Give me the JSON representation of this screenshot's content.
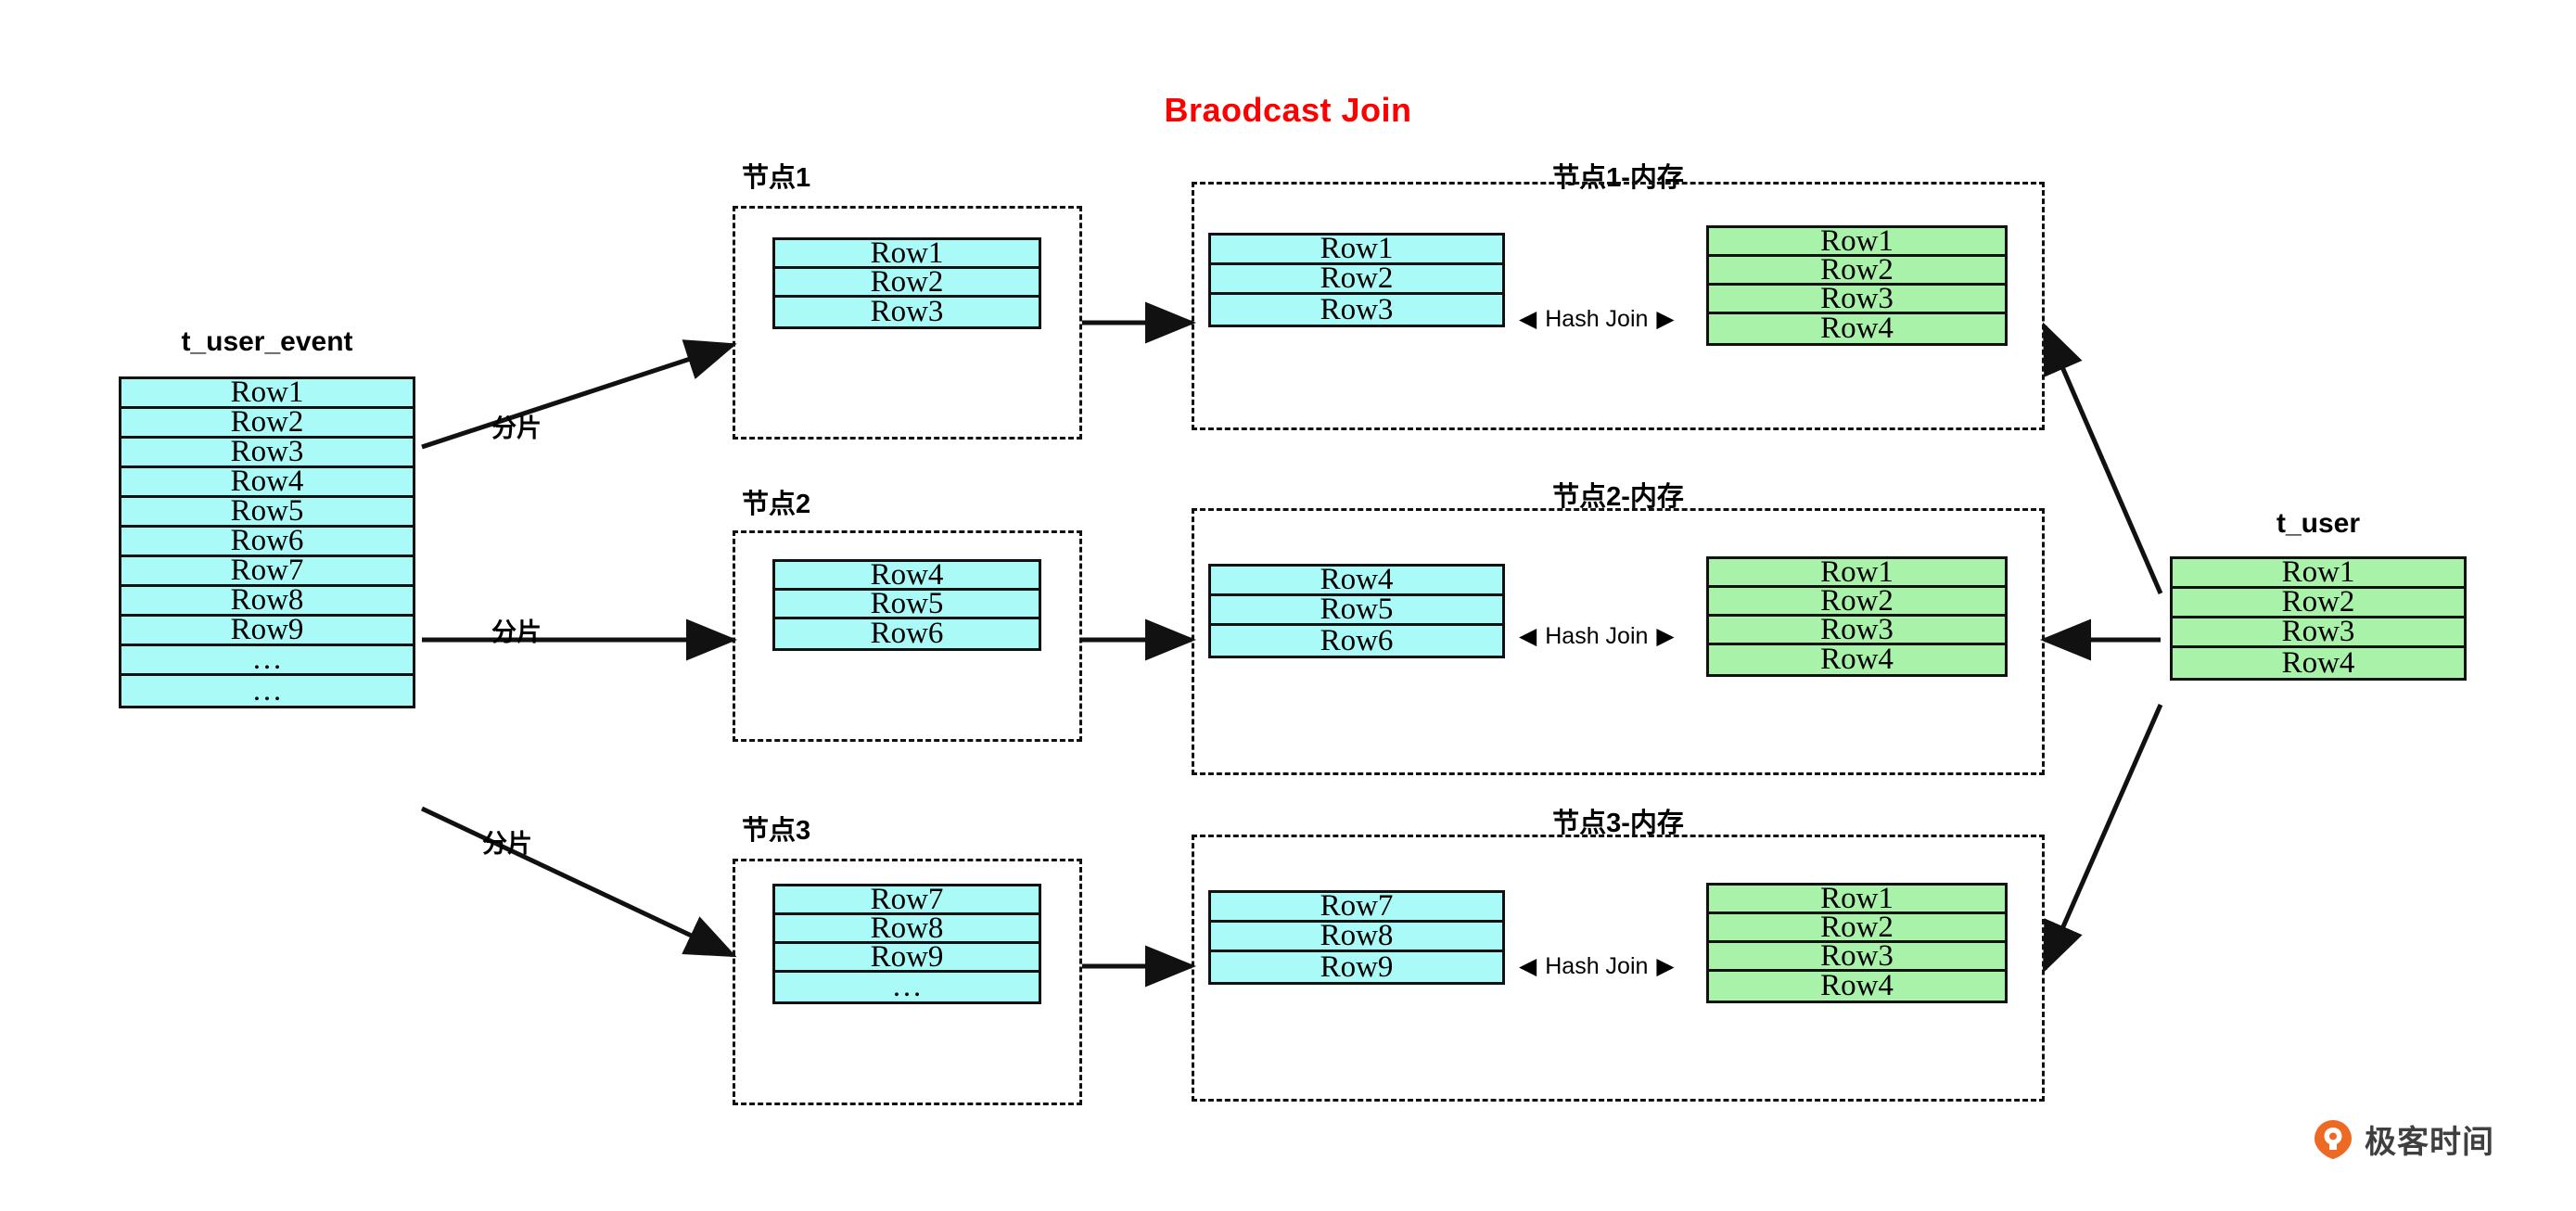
{
  "title": "Braodcast Join",
  "title_color": "#ff0000",
  "colors": {
    "source_fill": "#aafaf8",
    "broadcast_fill": "#a9f2a9",
    "stroke": "#111111",
    "logo_orange": "#ec6a23",
    "logo_text": "#3f3f3f"
  },
  "source_table": {
    "caption": "t_user_event",
    "rows": [
      "Row1",
      "Row2",
      "Row3",
      "Row4",
      "Row5",
      "Row6",
      "Row7",
      "Row8",
      "Row9",
      "…",
      "…"
    ]
  },
  "broadcast_table": {
    "caption": "t_user",
    "rows": [
      "Row1",
      "Row2",
      "Row3",
      "Row4"
    ]
  },
  "shard_labels": [
    "分片",
    "分片",
    "分片"
  ],
  "nodes": [
    {
      "label": "节点1",
      "rows": [
        "Row1",
        "Row2",
        "Row3"
      ]
    },
    {
      "label": "节点2",
      "rows": [
        "Row4",
        "Row5",
        "Row6"
      ]
    },
    {
      "label": "节点3",
      "rows": [
        "Row7",
        "Row8",
        "Row9",
        "…"
      ]
    }
  ],
  "memories": [
    {
      "label": "节点1-内存",
      "join_label": "Hash Join",
      "left_rows": [
        "Row1",
        "Row2",
        "Row3"
      ],
      "right_rows": [
        "Row1",
        "Row2",
        "Row3",
        "Row4"
      ]
    },
    {
      "label": "节点2-内存",
      "join_label": "Hash Join",
      "left_rows": [
        "Row4",
        "Row5",
        "Row6"
      ],
      "right_rows": [
        "Row1",
        "Row2",
        "Row3",
        "Row4"
      ]
    },
    {
      "label": "节点3-内存",
      "join_label": "Hash Join",
      "left_rows": [
        "Row7",
        "Row8",
        "Row9"
      ],
      "right_rows": [
        "Row1",
        "Row2",
        "Row3",
        "Row4"
      ]
    }
  ],
  "arrow_markers": {
    "left": "◀",
    "right": "▶"
  },
  "logo": {
    "text": "极客时间"
  }
}
